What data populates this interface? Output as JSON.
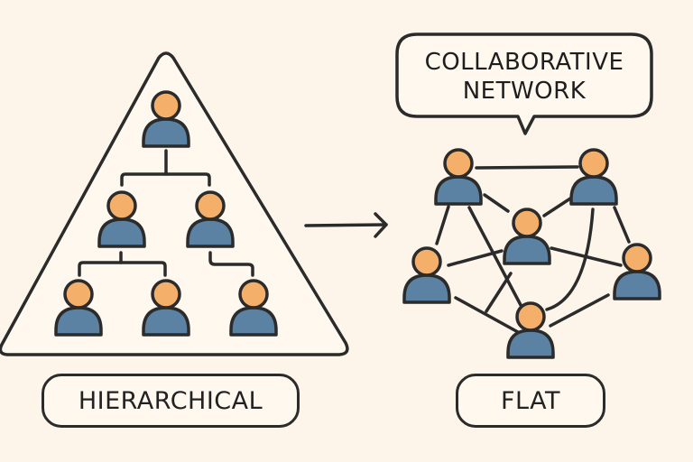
{
  "hierarchical": {
    "label": "HIERARCHICAL",
    "levels": [
      1,
      2,
      3
    ]
  },
  "flat": {
    "label": "FLAT",
    "bubble": {
      "line1": "COLLABORATIVE",
      "line2": "NETWORK"
    },
    "node_count": 6
  },
  "colors": {
    "background": "#fdf5ea",
    "head": "#f4b06a",
    "body": "#5b82a2",
    "outline": "#2b2b2b"
  }
}
